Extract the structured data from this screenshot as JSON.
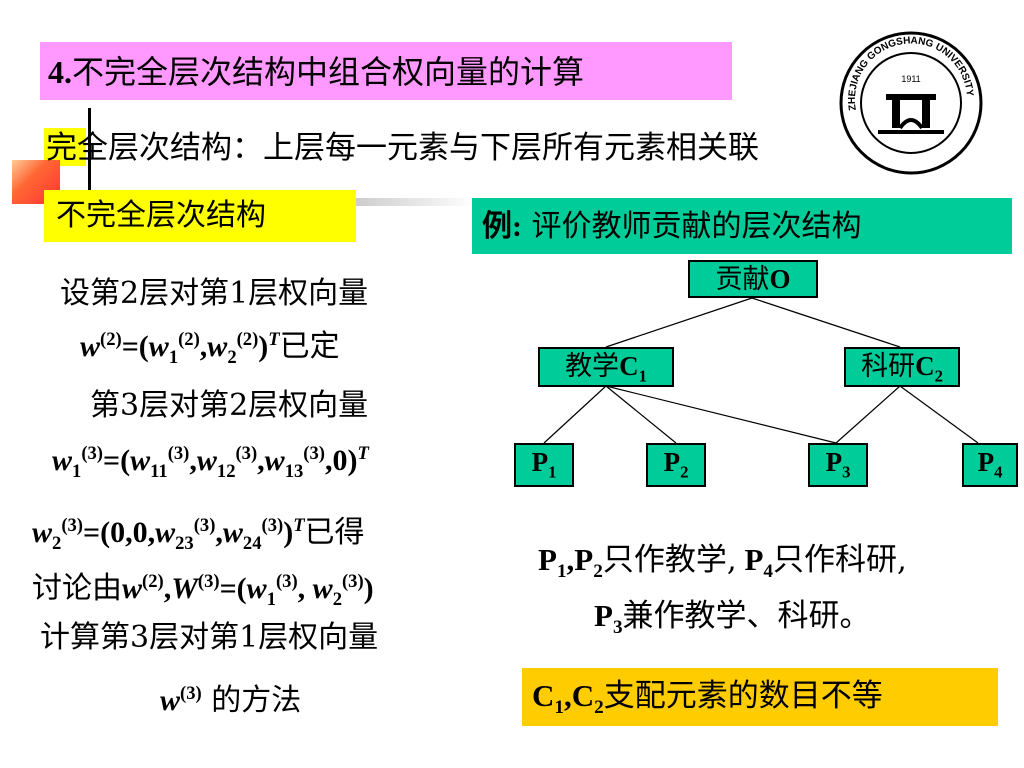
{
  "title": {
    "number": "4.",
    "text": "不完全层次结构中组合权向量的计算"
  },
  "definition": {
    "highlight_1": "完",
    "highlight_2": "全",
    "rest": "层次结构：上层每一元素与下层所有元素相关联"
  },
  "yellow_label": "不完全层次结构",
  "example_label": {
    "prefix": "例:",
    "text": " 评价教师贡献的层次结构"
  },
  "logo": {
    "name": "seal-logo",
    "text": "ZHEJIANG GONGSHANG UNIVERSITY",
    "year": "1911"
  },
  "tree": {
    "root": {
      "label": "贡献",
      "symbol": "O"
    },
    "level2": [
      {
        "label": "教学",
        "symbol": "C",
        "sub": "1"
      },
      {
        "label": "科研",
        "symbol": "C",
        "sub": "2"
      }
    ],
    "level3": [
      {
        "symbol": "P",
        "sub": "1"
      },
      {
        "symbol": "P",
        "sub": "2"
      },
      {
        "symbol": "P",
        "sub": "3"
      },
      {
        "symbol": "P",
        "sub": "4"
      }
    ]
  },
  "left_text": {
    "line1": "设第2层对第1层权向量",
    "line2_suffix": "已定",
    "line3": "第3层对第2层权向量",
    "line5_suffix": "已得",
    "line6_prefix": "讨论由",
    "line7": "计算第3层对第1层权向量",
    "line8_suffix": " 的方法"
  },
  "note": {
    "line1_a": "只作教学,",
    "line1_b": "只作科研,",
    "line2": "兼作教学、科研。"
  },
  "orange_label": {
    "suffix": "支配元素的数目不等"
  }
}
